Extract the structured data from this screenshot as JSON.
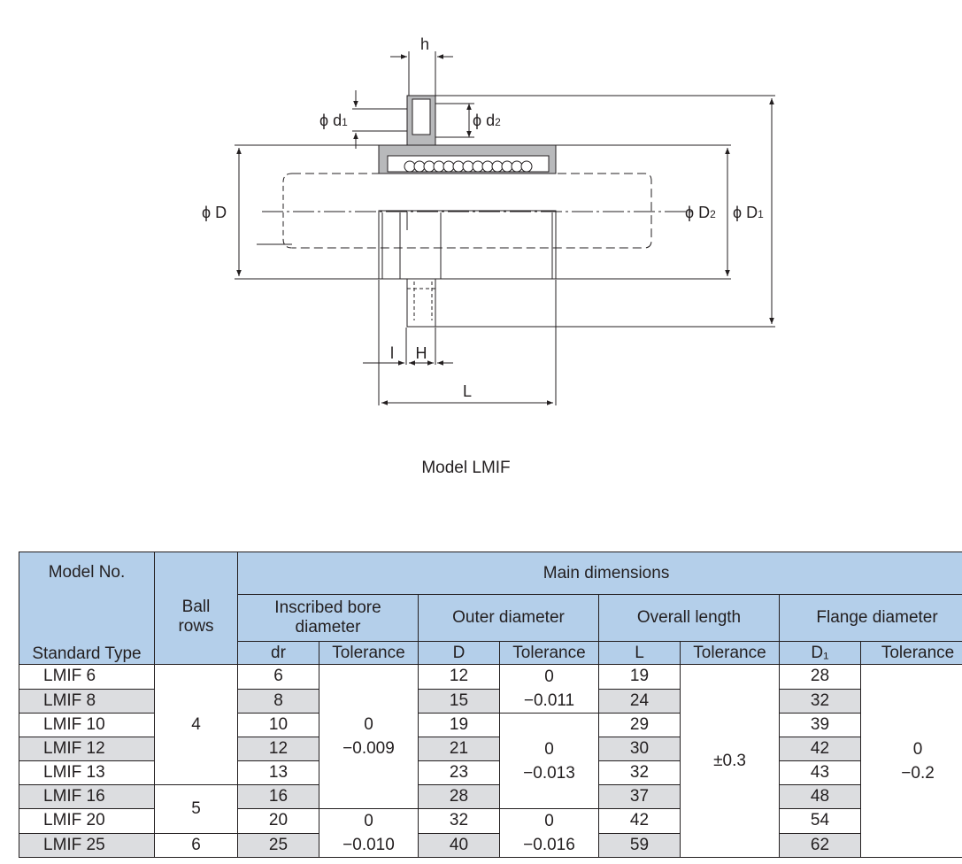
{
  "diagram": {
    "labels": {
      "h": "h",
      "d1": "ϕ d",
      "d1_sub": "1",
      "d2": "ϕ d",
      "d2_sub": "2",
      "D": "ϕ D",
      "D2": "ϕ D",
      "D2_sub": "2",
      "D1": "ϕ D",
      "D1_sub": "1",
      "l": "l",
      "H": "H",
      "L": "L"
    },
    "caption": "Model LMIF"
  },
  "table": {
    "header": {
      "model_no": "Model No.",
      "standard_type": "Standard Type",
      "ball_rows_line1": "Ball",
      "ball_rows_line2": "rows",
      "main_dimensions": "Main dimensions",
      "inscribed_bore": "Inscribed bore diameter",
      "outer_diameter": "Outer diameter",
      "overall_length": "Overall length",
      "flange_diameter": "Flange diameter",
      "dr": "dr",
      "D": "D",
      "L": "L",
      "D1": "D₁",
      "tolerance": "Tolerance"
    },
    "rows": [
      {
        "model": "LMIF 6",
        "dr": "6",
        "D": "12",
        "L": "19",
        "D1": "28"
      },
      {
        "model": "LMIF 8",
        "dr": "8",
        "D": "15",
        "L": "24",
        "D1": "32"
      },
      {
        "model": "LMIF 10",
        "dr": "10",
        "D": "19",
        "L": "29",
        "D1": "39"
      },
      {
        "model": "LMIF 12",
        "dr": "12",
        "D": "21",
        "L": "30",
        "D1": "42"
      },
      {
        "model": "LMIF 13",
        "dr": "13",
        "D": "23",
        "L": "32",
        "D1": "43"
      },
      {
        "model": "LMIF 16",
        "dr": "16",
        "D": "28",
        "L": "37",
        "D1": "48"
      },
      {
        "model": "LMIF 20",
        "dr": "20",
        "D": "32",
        "L": "42",
        "D1": "54"
      },
      {
        "model": "LMIF 25",
        "dr": "25",
        "D": "40",
        "L": "59",
        "D1": "62"
      }
    ],
    "ball_rows": [
      "4",
      "5",
      "6"
    ],
    "tolerances": {
      "bore_a_upper": "0",
      "bore_a_lower": "−0.009",
      "bore_b_upper": "0",
      "bore_b_lower": "−0.010",
      "outer_a_upper": "0",
      "outer_a_lower": "−0.011",
      "outer_b_upper": "0",
      "outer_b_lower": "−0.013",
      "outer_c_upper": "0",
      "outer_c_lower": "−0.016",
      "length": "±0.3",
      "flange_upper": "0",
      "flange_lower": "−0.2"
    }
  }
}
